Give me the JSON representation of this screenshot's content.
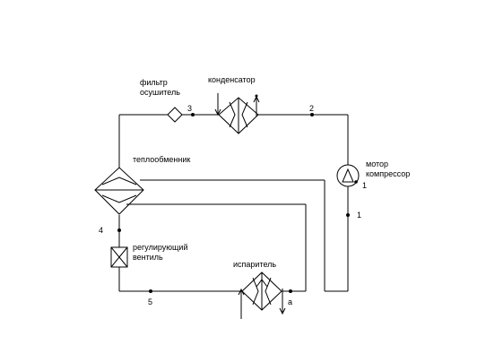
{
  "labels": {
    "filter": [
      "фильтр",
      "осушитель"
    ],
    "condenser": "конденсатор",
    "heat_exchanger": "теплообменник",
    "motor": [
      "мотор",
      "компрессор"
    ],
    "valve": [
      "регулирующий",
      "вентиль"
    ],
    "evaporator": "испаритель"
  },
  "points": {
    "p1": "1",
    "p1_motor": "1",
    "p2": "2",
    "p3": "3",
    "p4": "4",
    "p5": "5",
    "pa": "а"
  }
}
